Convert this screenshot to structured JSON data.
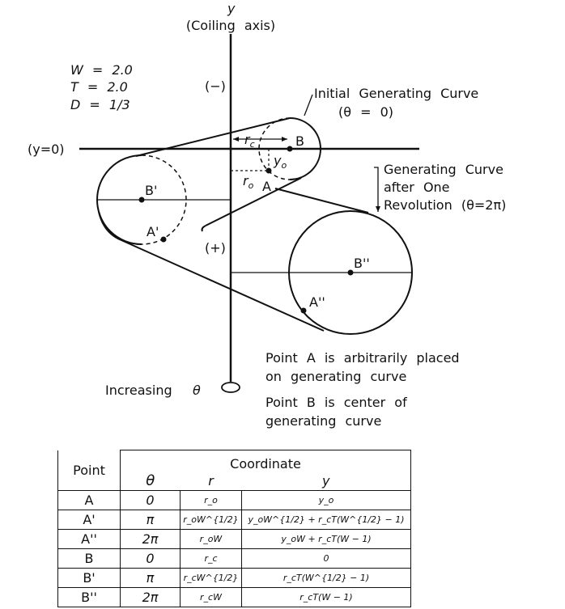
{
  "axis": {
    "y_label": "y",
    "caption": "(Coiling   axis)",
    "zero_label": "(y=0)",
    "minus": "(−)",
    "plus": "(+)",
    "increasing": "Increasing"
  },
  "params": [
    "W = 2.0",
    "T = 2.0",
    "D = 1/3"
  ],
  "labels": {
    "initial": "Initial  Generating  Curve",
    "initial_theta": "(θ = 0)",
    "after1": "Generating  Curve",
    "after2": "after  One",
    "after3": "Revolution  (θ=2π)",
    "theta": "θ",
    "rc": {
      "main": "r",
      "sub": "c"
    },
    "yo": {
      "main": "y",
      "sub": "o"
    },
    "ro": {
      "main": "r",
      "sub": "o"
    },
    "A": "A",
    "A1": "A'",
    "A2": "A''",
    "B": "B",
    "B1": "B'",
    "B2": "B''"
  },
  "notes": [
    "Point  A  is  arbitrarily  placed",
    "on  generating  curve",
    "Point  B  is  center  of",
    "generating  curve"
  ],
  "table": {
    "point_header": "Point",
    "coordinate_header": "Coordinate",
    "sub_headers": [
      "θ",
      "r",
      "y"
    ],
    "rows": [
      [
        "A",
        "0",
        "r_o",
        "y_o"
      ],
      [
        "A'",
        "π",
        "r_oW^{1/2}",
        "y_oW^{1/2} + r_cT(W^{1/2} − 1)"
      ],
      [
        "A''",
        "2π",
        "r_oW",
        "y_oW + r_cT(W − 1)"
      ],
      [
        "B",
        "0",
        "r_c",
        "0"
      ],
      [
        "B'",
        "π",
        "r_cW^{1/2}",
        "r_cT(W^{1/2} − 1)"
      ],
      [
        "B''",
        "2π",
        "r_cW",
        "r_cT(W − 1)"
      ]
    ]
  }
}
